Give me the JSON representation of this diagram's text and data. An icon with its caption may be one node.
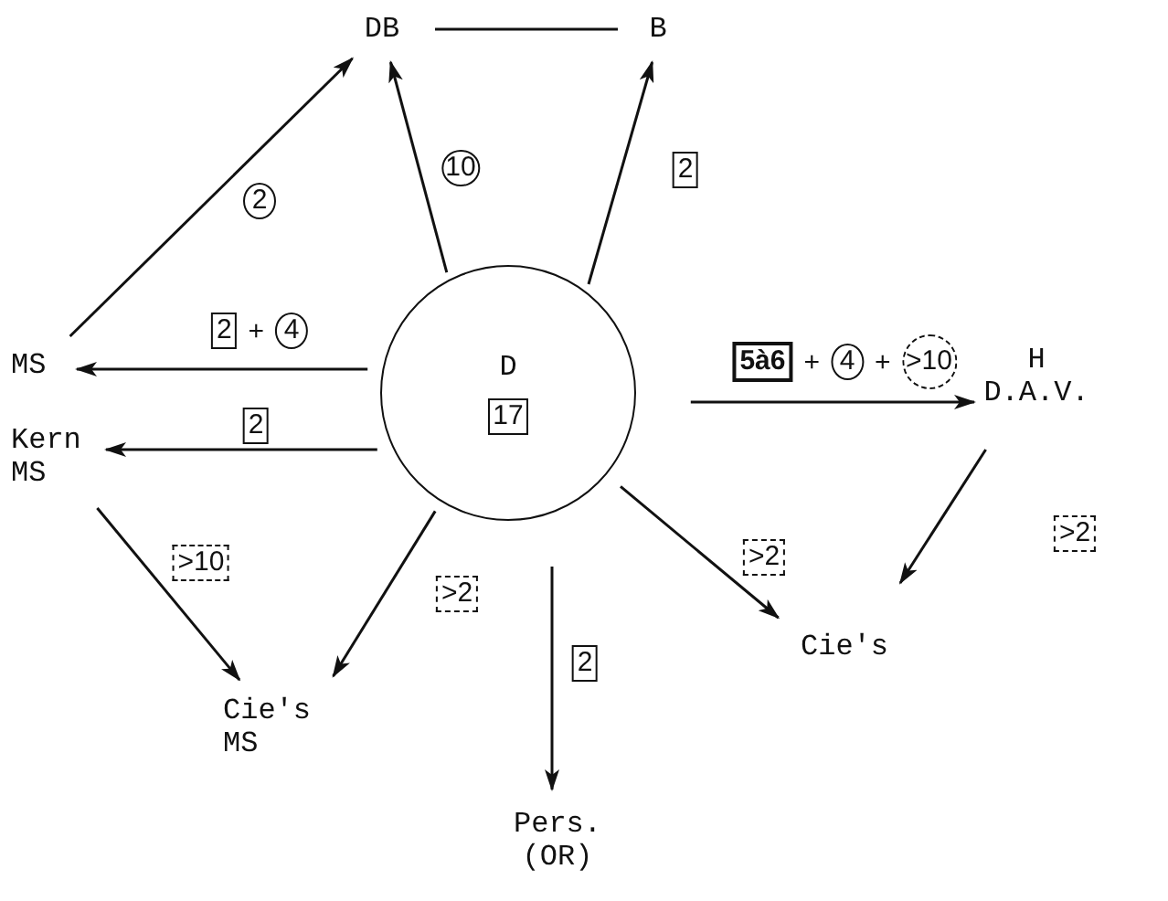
{
  "diagram": {
    "nodes": [
      {
        "text": [
          "DB"
        ]
      },
      {
        "text": [
          "B"
        ]
      },
      {
        "text": [
          "MS"
        ]
      },
      {
        "text": [
          "Kern MS"
        ]
      },
      {
        "text": [
          "D",
          "17"
        ]
      },
      {
        "text": [
          "H D.A.V."
        ]
      },
      {
        "text": [
          "Cie's MS"
        ]
      },
      {
        "text": [
          "Cie's"
        ]
      },
      {
        "text": [
          "Pers. (OR)"
        ]
      }
    ],
    "edges": [
      {
        "from": 0,
        "to": 1,
        "arrow": "none"
      },
      {
        "from": 2,
        "to": 0,
        "arrow": "to",
        "label": "2"
      },
      {
        "from": 4,
        "to": 0,
        "arrow": "to",
        "label": "10"
      },
      {
        "from": 4,
        "to": 1,
        "arrow": "to",
        "label": "2"
      },
      {
        "from": 4,
        "to": 2,
        "arrow": "to",
        "label": "2 + 4"
      },
      {
        "from": 4,
        "to": 3,
        "arrow": "to",
        "label": "2"
      },
      {
        "from": 4,
        "to": 5,
        "arrow": "to",
        "label": "5à6 + 4 + >10"
      },
      {
        "from": 3,
        "to": 6,
        "arrow": "to",
        "label": ">10"
      },
      {
        "from": 4,
        "to": 6,
        "arrow": "to",
        "label": ">2"
      },
      {
        "from": 4,
        "to": 8,
        "arrow": "to",
        "label": "2"
      },
      {
        "from": 4,
        "to": 7,
        "arrow": "to",
        "label": ">2"
      },
      {
        "from": 5,
        "to": 7,
        "arrow": "to",
        "label": ">2"
      }
    ]
  }
}
